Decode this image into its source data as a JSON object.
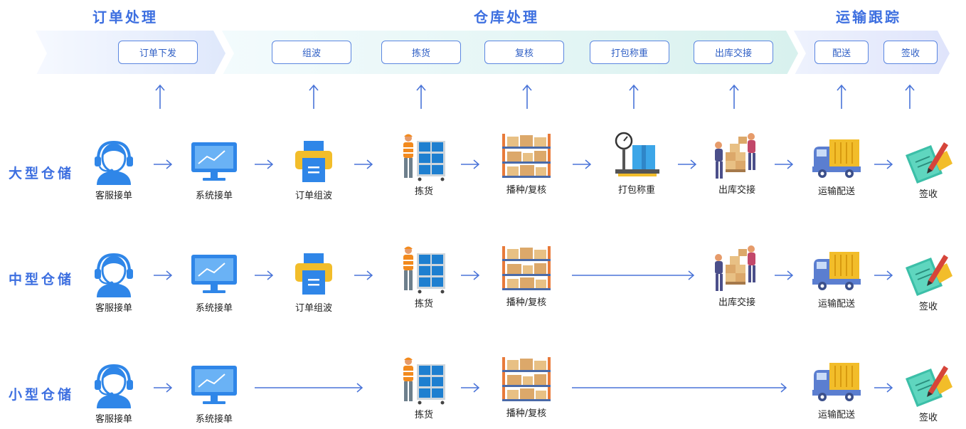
{
  "phases": [
    {
      "id": "order",
      "title": "订单处理"
    },
    {
      "id": "warehouse",
      "title": "仓库处理"
    },
    {
      "id": "transport",
      "title": "运输跟踪"
    }
  ],
  "stages": [
    "订单下发",
    "组波",
    "拣货",
    "复核",
    "打包称重",
    "出库交接",
    "配送",
    "签收"
  ],
  "rows": [
    {
      "label": "大型仓储",
      "steps": [
        "客服接单",
        "系统接单",
        "订单组波",
        "拣货",
        "播种/复核",
        "打包称重",
        "出库交接",
        "运输配送",
        "签收"
      ]
    },
    {
      "label": "中型仓储",
      "steps": [
        "客服接单",
        "系统接单",
        "订单组波",
        "拣货",
        "播种/复核",
        "出库交接",
        "运输配送",
        "签收"
      ]
    },
    {
      "label": "小型仓储",
      "steps": [
        "客服接单",
        "系统接单",
        "拣货",
        "播种/复核",
        "运输配送",
        "签收"
      ]
    }
  ],
  "colors": {
    "accent": "#3d6fe0",
    "band_light": "#eaf0ff",
    "band_mint": "#e4f6f4",
    "icon_blue": "#2f86e8",
    "box_tan": "#e8c084"
  }
}
